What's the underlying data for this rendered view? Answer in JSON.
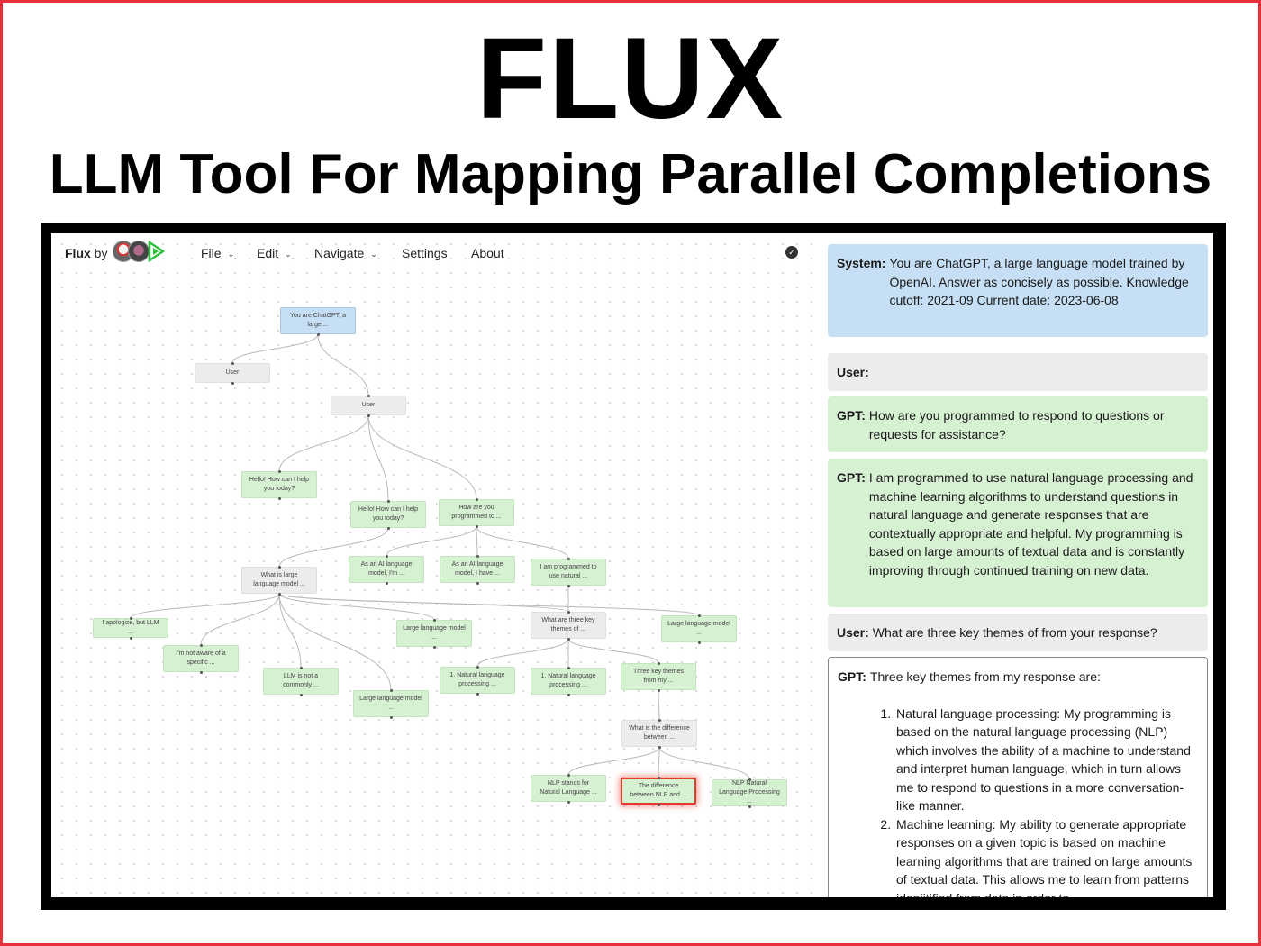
{
  "title": "FLUX",
  "subtitle": "LLM Tool For Mapping Parallel Completions",
  "colors": {
    "border": "#e8313a",
    "system": "#c6dff4",
    "user": "#ececec",
    "gpt": "#d6f0d2",
    "selected": "#e23b2b"
  },
  "app": {
    "brand_name": "Flux",
    "brand_by": "by",
    "menu": [
      {
        "label": "File",
        "has_dropdown": true
      },
      {
        "label": "Edit",
        "has_dropdown": true
      },
      {
        "label": "Navigate",
        "has_dropdown": true
      },
      {
        "label": "Settings",
        "has_dropdown": false
      },
      {
        "label": "About",
        "has_dropdown": false
      }
    ],
    "status_icon": "check-circle-icon"
  },
  "graph": {
    "nodes": [
      {
        "id": "n1",
        "type": "system",
        "text": "You are ChatGPT, a large ..."
      },
      {
        "id": "n2",
        "type": "user",
        "text": "User"
      },
      {
        "id": "n3",
        "type": "user",
        "text": "User"
      },
      {
        "id": "n4",
        "type": "gpt",
        "text": "Hello! How can I help you today?"
      },
      {
        "id": "n5",
        "type": "gpt",
        "text": "Hello! How can I help you today?"
      },
      {
        "id": "n6",
        "type": "gpt",
        "text": "How are you programmed to ..."
      },
      {
        "id": "n7",
        "type": "user",
        "text": "What is large language model ..."
      },
      {
        "id": "n8",
        "type": "gpt",
        "text": "As an AI language model, I'm ..."
      },
      {
        "id": "n9",
        "type": "gpt",
        "text": "As an AI language model, I have ..."
      },
      {
        "id": "n10",
        "type": "gpt",
        "text": "I am programmed to use natural ..."
      },
      {
        "id": "n11",
        "type": "gpt",
        "text": "I apologize, but LLM ..."
      },
      {
        "id": "n12",
        "type": "gpt",
        "text": "Large language model ..."
      },
      {
        "id": "n13",
        "type": "user",
        "text": "What are three key themes of ..."
      },
      {
        "id": "n14",
        "type": "gpt",
        "text": "Large language model ..."
      },
      {
        "id": "n15",
        "type": "gpt",
        "text": "I'm not aware of a specific ..."
      },
      {
        "id": "n16",
        "type": "gpt",
        "text": "LLM is not a commonly ..."
      },
      {
        "id": "n17",
        "type": "gpt",
        "text": "Large language model ..."
      },
      {
        "id": "n18",
        "type": "gpt",
        "text": "1. Natural language processing ..."
      },
      {
        "id": "n19",
        "type": "gpt",
        "text": "1. Natural language processing ..."
      },
      {
        "id": "n20",
        "type": "gpt",
        "text": "Three key themes from my ..."
      },
      {
        "id": "n21",
        "type": "user",
        "text": "What is the difference between ..."
      },
      {
        "id": "n22",
        "type": "gpt",
        "text": "NLP stands for Natural Language ..."
      },
      {
        "id": "n23",
        "type": "gpt",
        "text": "The difference between NLP and ...",
        "selected": true
      },
      {
        "id": "n24",
        "type": "gpt",
        "text": "NLP Natural Language Processing ..."
      }
    ],
    "edges": [
      [
        "n1",
        "n2"
      ],
      [
        "n1",
        "n3"
      ],
      [
        "n3",
        "n4"
      ],
      [
        "n3",
        "n5"
      ],
      [
        "n3",
        "n6"
      ],
      [
        "n5",
        "n7"
      ],
      [
        "n6",
        "n8"
      ],
      [
        "n6",
        "n9"
      ],
      [
        "n6",
        "n10"
      ],
      [
        "n7",
        "n11"
      ],
      [
        "n7",
        "n15"
      ],
      [
        "n7",
        "n16"
      ],
      [
        "n7",
        "n17"
      ],
      [
        "n7",
        "n12"
      ],
      [
        "n7",
        "n13"
      ],
      [
        "n7",
        "n14"
      ],
      [
        "n10",
        "n13"
      ],
      [
        "n13",
        "n18"
      ],
      [
        "n13",
        "n19"
      ],
      [
        "n13",
        "n20"
      ],
      [
        "n20",
        "n21"
      ],
      [
        "n21",
        "n22"
      ],
      [
        "n21",
        "n23"
      ],
      [
        "n21",
        "n24"
      ]
    ]
  },
  "messages": [
    {
      "role": "System:",
      "type": "system",
      "text": "You are ChatGPT, a large language model trained by OpenAI. Answer as concisely as possible. Knowledge cutoff: 2021-09 Current date: 2023-06-08"
    },
    {
      "role": "User:",
      "type": "user",
      "text": ""
    },
    {
      "role": "GPT:",
      "type": "gpt",
      "text": "How are you programmed to respond to questions or requests for assistance?"
    },
    {
      "role": "GPT:",
      "type": "gpt",
      "text": "I am programmed to use natural language processing and machine learning algorithms to understand questions in natural language and generate responses that are contextually appropriate and helpful. My programming is based on large amounts of textual data and is constantly improving through continued training on new data."
    },
    {
      "role": "User:",
      "type": "user",
      "text": "What are three key themes of from your response?"
    },
    {
      "role": "GPT:",
      "type": "current",
      "text": "Three key themes from my response are:",
      "list": [
        "Natural language processing: My programming is based on the natural language processing (NLP) which involves the ability of a machine to understand and interpret human language, which in turn allows me to respond to questions in a more conversation-like manner.",
        "Machine learning: My ability to generate appropriate responses on a given topic is based on machine learning algorithms that are trained on large amounts of textual data. This allows me to learn from patterns ideniitified from data in order to"
      ]
    }
  ]
}
